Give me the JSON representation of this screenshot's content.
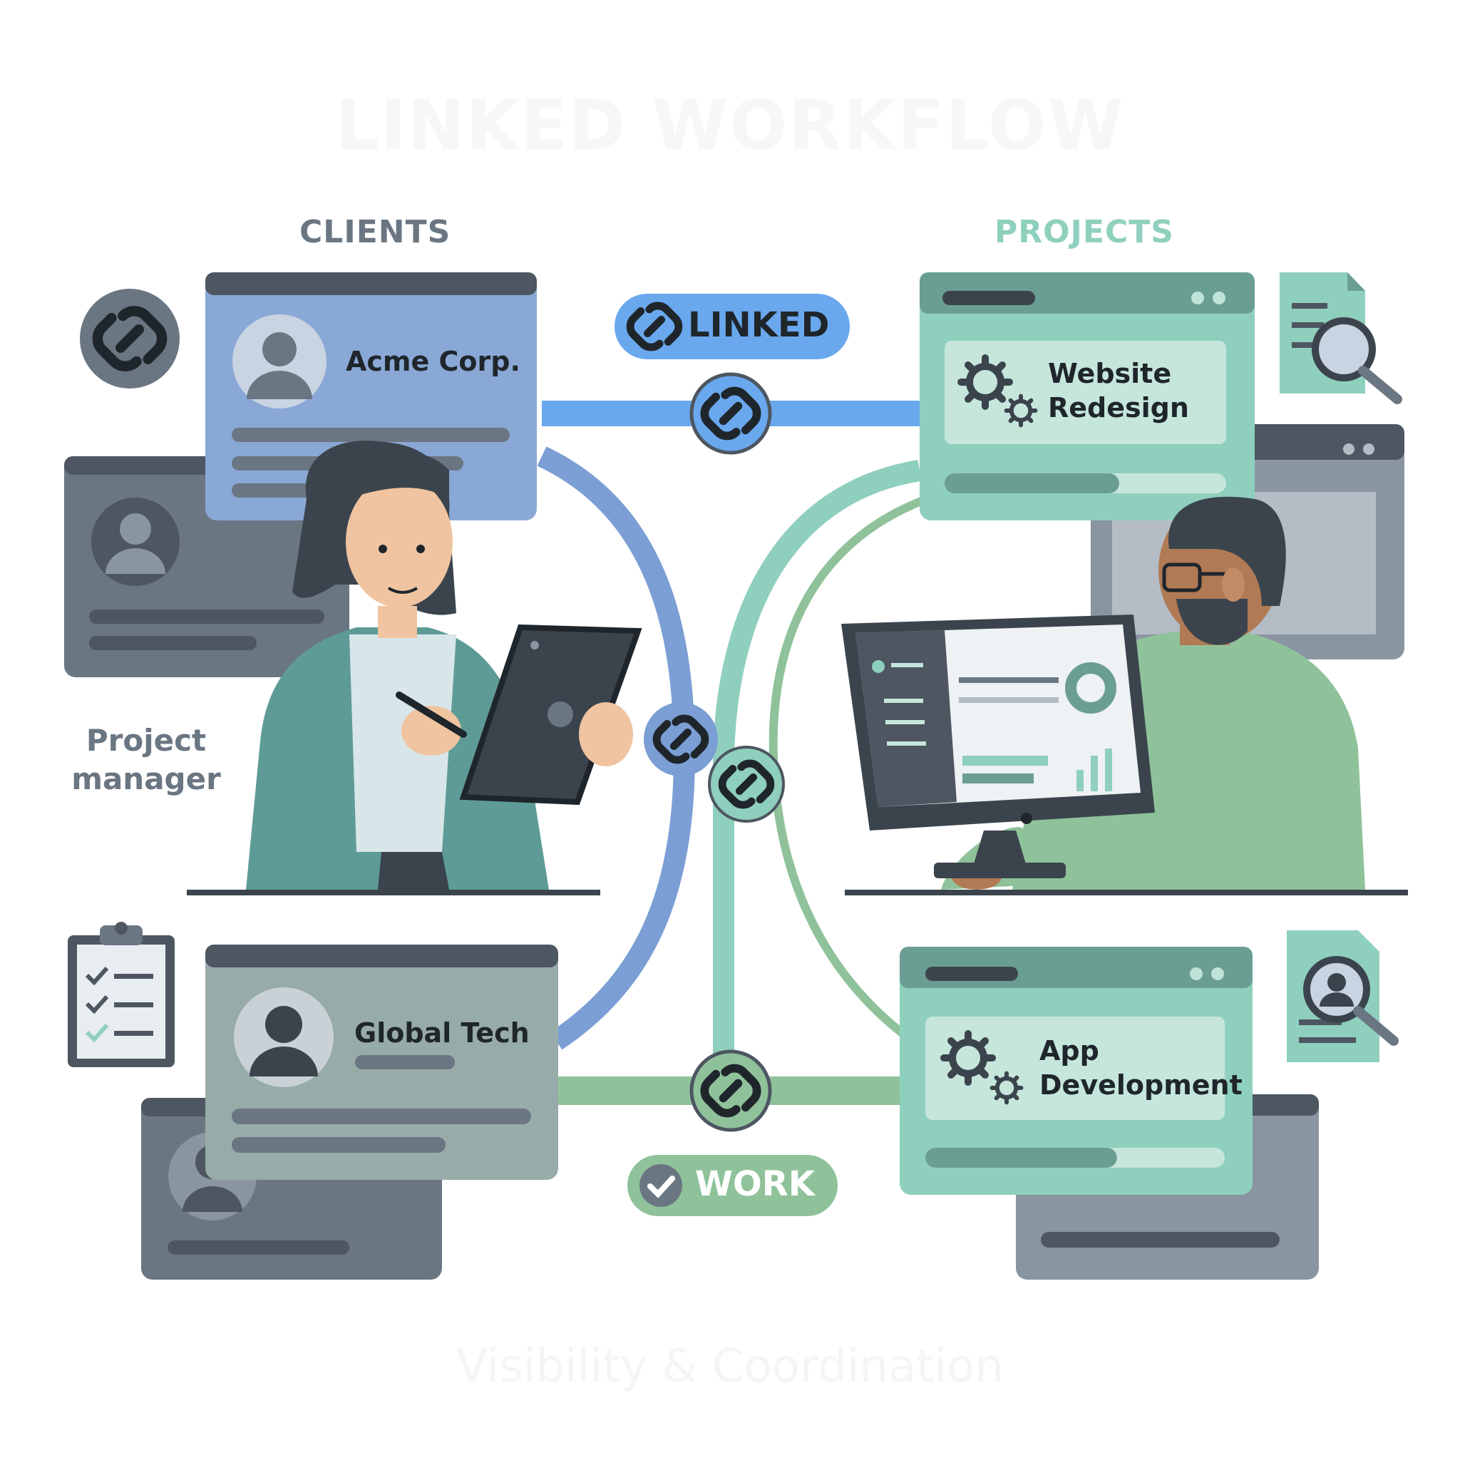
{
  "title": "LINKED WORKFLOW",
  "subtitle": "Visibility & Coordination",
  "columns": {
    "clients": "CLIENTS",
    "projects": "PROJECTS"
  },
  "clients": [
    {
      "name": "Acme Corp."
    },
    {
      "name": "Global Tech"
    }
  ],
  "projects": [
    {
      "line1": "Website",
      "line2": "Redesign",
      "progress": 0.62
    },
    {
      "line1": "App",
      "line2": "Development",
      "progress": 0.64
    }
  ],
  "roles": {
    "manager_line1": "Project",
    "manager_line2": "manager"
  },
  "badges": {
    "linked": "LINKED",
    "work": "WORK"
  },
  "colors": {
    "blue": "#7b9fd4",
    "blue_bright": "#6aa8ee",
    "teal": "#8fcfbd",
    "green": "#8fc29a",
    "slate": "#6b7683",
    "dark": "#3b444d"
  },
  "icons": [
    "link-icon",
    "user-avatar-icon",
    "gear-icon",
    "document-search-icon",
    "clipboard-checklist-icon",
    "check-icon"
  ]
}
